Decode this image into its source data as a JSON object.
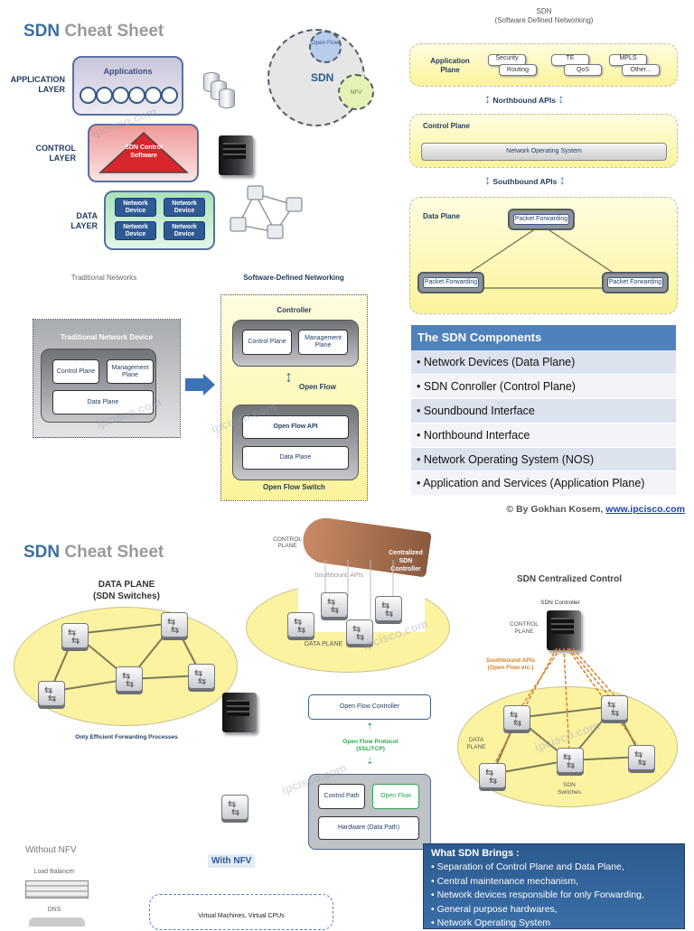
{
  "top_left": {
    "title_sdn": "SDN",
    "title_rest": "Cheat Sheet",
    "application_layer": "APPLICATION LAYER",
    "control_layer": "CONTROL LAYER",
    "data_layer": "DATA LAYER",
    "applications": "Applications",
    "control_software": "SDN Control Software",
    "network_device": "Network Device",
    "venn_sdn": "SDN",
    "venn_openflow": "Open Flow",
    "venn_nfv": "NFV"
  },
  "architecture": {
    "title": "SDN",
    "subtitle": "(Software Defined Networking)",
    "application_plane": "Application Plane",
    "apps": [
      "Security",
      "Routing",
      "TE",
      "QoS",
      "MPLS",
      "Other..."
    ],
    "northbound": "Northbound APIs",
    "control_plane": "Control Plane",
    "nos": "Network Operating System",
    "southbound": "Southbound APIs",
    "data_plane": "Data Plane",
    "packet_forwarding": "Packet Forwarding"
  },
  "comparison": {
    "traditional_title": "Traditional Networks",
    "sdn_title": "Software-Defined Networking",
    "traditional_device": "Traditional Network Device",
    "control_plane": "Control Plane",
    "management_plane": "Management Plane",
    "data_plane": "Data Plane",
    "controller": "Controller",
    "open_flow": "Open Flow",
    "open_flow_api": "Open Flow API",
    "open_flow_switch": "Open Flow Switch"
  },
  "components": {
    "header": "The SDN Components",
    "items": [
      "Network Devices (Data Plane)",
      "SDN Conroller (Control Plane)",
      "Soundbound Interface",
      "Northbound Interface",
      "Network Operating System (NOS)",
      "Application and Services (Application Plane)"
    ],
    "credit_prefix": "© By Gokhan Kosem, ",
    "credit_link": "www.ipcisco.com"
  },
  "bottom": {
    "title_sdn": "SDN",
    "title_rest": "Cheat Sheet",
    "data_plane_title": "DATA PLANE",
    "data_plane_sub": "(SDN  Switches)",
    "forwarding_caption": "Only Efficient Forwarding Processes",
    "hand_control_plane": "CONTROL PLANE",
    "centralized_controller": "Centralized SDN Controller",
    "hand_southbound": "Southbound APIs",
    "hand_data_plane": "DATA PLANE",
    "of_controller": "Open Flow  Controller",
    "of_protocol": "Open Flow Protocol",
    "of_protocol_sub": "(SSL/TCP)",
    "control_path": "Control Path",
    "open_flow": "Open Flow",
    "hardware": "Hardware (Data Path)",
    "central_title": "SDN Centralized Control",
    "sdn_controller": "SDN Controller",
    "control_plane": "CONTROL PLANE",
    "southbound": "Southbound APIs",
    "southbound_sub": "(Open Flow etc.)",
    "data_plane": "DATA PLANE",
    "sdn_switches": "SDN Switches",
    "without_nfv": "Without NFV",
    "load_balancer": "Load Balancer",
    "dns": "DNS",
    "with_nfv": "With NFV",
    "virtual_machines": "Virtual Machines, Virtual CPUs",
    "brings_title": "What SDN Brings :",
    "brings": [
      "Separation of Control Plane and Data Plane,",
      "Central maintenance mechanism,",
      "Network devices responsible for only Forwarding,",
      "General purpose hardwares,",
      "Network Operating System"
    ]
  },
  "watermark": "ipcisco.com",
  "colors": {
    "brand_blue": "#3a6ea5",
    "table_header": "#4f81bd",
    "brings_box": "#2c5a8f",
    "plane_yellow": "#fbf49a",
    "southbound_orange": "#d9822b",
    "openflow_green": "#2aa84a"
  }
}
